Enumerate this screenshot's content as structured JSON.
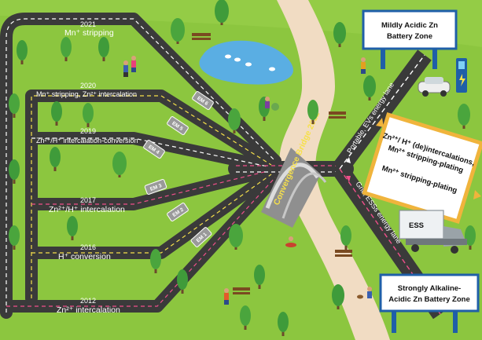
{
  "roads": [
    {
      "year": "2021",
      "label": "Mn⁺ stripping"
    },
    {
      "year": "2020",
      "label": "Mn⁺ stripping, Zn²⁺ intercalation"
    },
    {
      "year": "2019",
      "label": "Zn²⁺/H⁺ intercalation-conversion"
    },
    {
      "year": "2017",
      "label": "Zn²⁺/H⁺ intercalation"
    },
    {
      "year": "2016",
      "label": "H⁺ conversion"
    },
    {
      "year": "2012",
      "label": "Zn²⁺ intercalation"
    }
  ],
  "em_cars": [
    "EM 6",
    "EM 5",
    "EM 4",
    "EM 3",
    "EM 2",
    "EM 1"
  ],
  "bridge_label": "Convergence Bridge 2022",
  "lanes": {
    "upper": "Portable, EVs energy lane",
    "lower": "Grid, ESSs energy lane"
  },
  "signs": {
    "top": [
      "Mildly Acidic Zn",
      "Battery Zone"
    ],
    "middle": [
      "Zn²⁺/ H⁺ (de)intercalations,",
      "Mn²⁺ stripping-plating",
      "Mn²⁺ stripping-plating"
    ],
    "bottom": [
      "Strongly Alkaline-",
      "Acidic Zn Battery Zone"
    ]
  },
  "truck_label": "ESS",
  "colors": {
    "grass": "#8cc63f",
    "road": "#3a3a3a",
    "path": "#f1dcc3",
    "water": "#5aaee3",
    "sign_bg": "#ffffff",
    "sign_border": "#1f5fa8"
  }
}
